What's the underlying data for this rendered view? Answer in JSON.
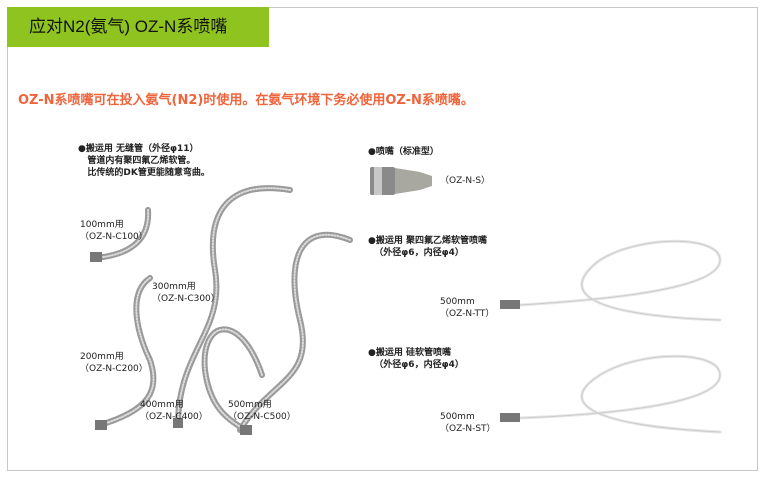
{
  "header": {
    "title": "应对N2(氨气) OZ-N系喷嘴"
  },
  "lead": "OZ-N系喷嘴可在投入氨气(N2)时使用。在氨气环境下务必使用OZ-N系喷嘴。",
  "seamless": {
    "l1": "●搬运用 无缝管（外径φ11）",
    "l2": "   管道内有聚四氟乙烯软管。",
    "l3": "   比传统的DK管更能随意弯曲。"
  },
  "items": [
    {
      "len": "100mm用",
      "code": "（OZ-N-C100）"
    },
    {
      "len": "300mm用",
      "code": "（OZ-N-C300）"
    },
    {
      "len": "200mm用",
      "code": "（OZ-N-C200）"
    },
    {
      "len": "400mm用",
      "code": "（OZ-N-C400）"
    },
    {
      "len": "500mm用",
      "code": "（OZ-N-C500）"
    }
  ],
  "nozzle": {
    "title": "●喷嘴（标准型）",
    "code": "（OZ-N-S）"
  },
  "ptfe": {
    "l1": "●搬运用 聚四氟乙烯软管喷嘴",
    "l2": "  （外径φ6，内径φ4）",
    "len": "500mm",
    "code": "（OZ-N-TT）"
  },
  "silicone": {
    "l1": "●搬运用 硅软管喷嘴",
    "l2": "  （外径φ6，内径φ4）",
    "len": "500mm",
    "code": "（OZ-N-ST）"
  }
}
